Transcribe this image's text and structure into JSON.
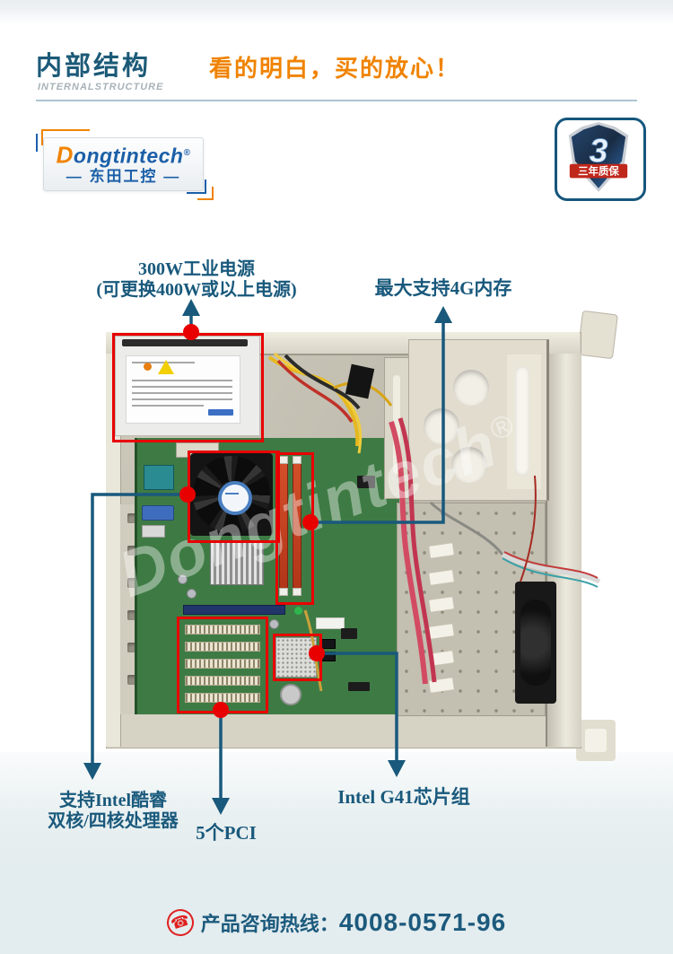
{
  "header": {
    "title": "内部结构",
    "subtitle": "INTERNALSTRUCTURE",
    "slogan": "看的明白，买的放心！"
  },
  "brand": {
    "logo_initial": "D",
    "logo_rest": "ongtintech",
    "registered_mark": "®",
    "logo_cn": "— 东田工控 —"
  },
  "badge": {
    "number": "3",
    "label": "三年质保"
  },
  "callouts": {
    "psu_line1": "300W工业电源",
    "psu_line2": "(可更换400W或以上电源)",
    "memory": "最大支持4G内存",
    "cpu_line1": "支持Intel酷睿",
    "cpu_line2": "双核/四核处理器",
    "pci": "5个PCI",
    "chipset": "Intel G41芯片组"
  },
  "watermark": {
    "text": "Dongtintech",
    "reg": "®"
  },
  "footer": {
    "phone_icon": "☎",
    "label": "产品咨询热线：",
    "number": "4008-0571-96"
  },
  "colors": {
    "accent_blue": "#19597c",
    "accent_orange": "#f08300",
    "annotation_red": "#e80000",
    "logo_blue": "#1b5fa8",
    "footer_bg": "#e3ecee"
  }
}
